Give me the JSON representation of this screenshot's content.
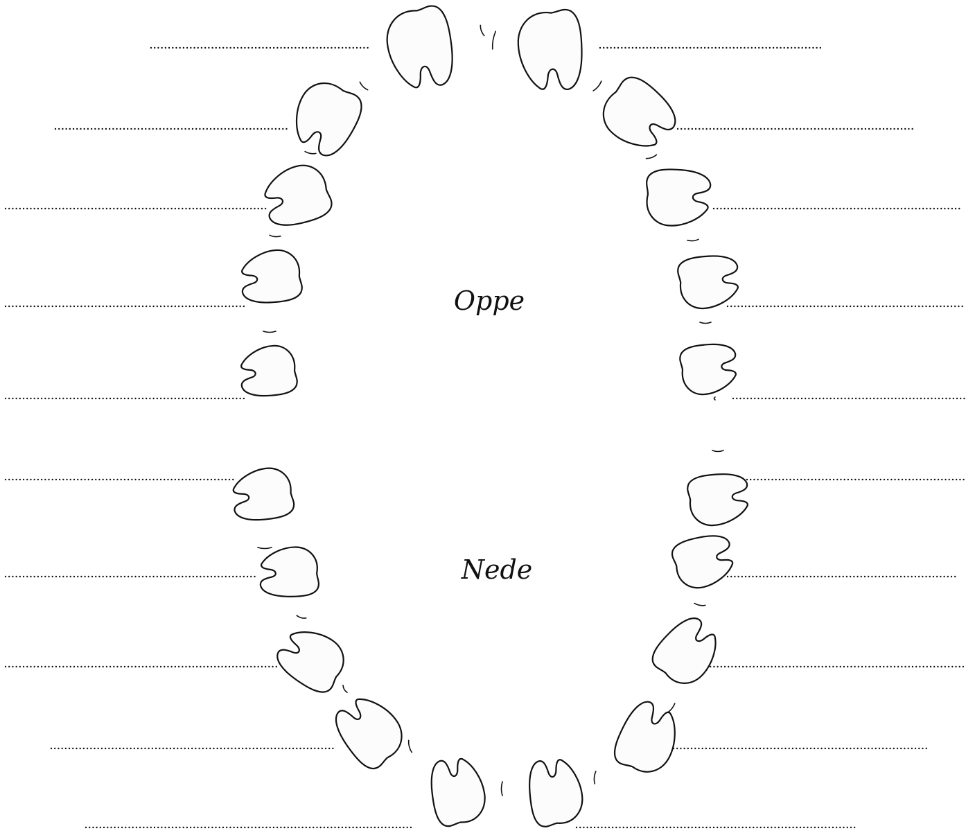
{
  "labels": {
    "upper": "Oppe",
    "lower": "Nede"
  },
  "icons": {
    "tooth": "molar-tooth-outline-icon",
    "answer_line": "dotted-answer-line"
  },
  "colors": {
    "ink": "#111111",
    "tooth_fill": "#fcfcfc",
    "background": "#ffffff"
  }
}
